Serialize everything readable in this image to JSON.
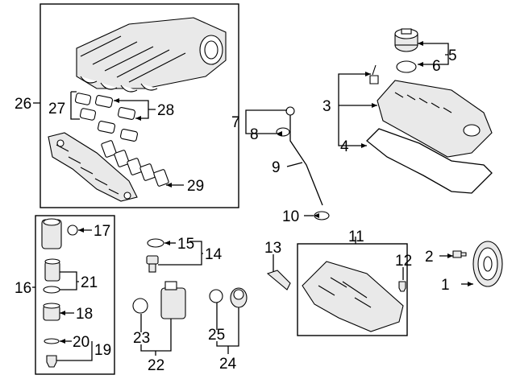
{
  "callouts": {
    "c1": "1",
    "c2": "2",
    "c3": "3",
    "c4": "4",
    "c5": "5",
    "c6": "6",
    "c7": "7",
    "c8": "8",
    "c9": "9",
    "c10": "10",
    "c11": "11",
    "c12": "12",
    "c13": "13",
    "c14": "14",
    "c15": "15",
    "c16": "16",
    "c17": "17",
    "c18": "18",
    "c19": "19",
    "c20": "20",
    "c21": "21",
    "c22": "22",
    "c23": "23",
    "c24": "24",
    "c25": "25",
    "c26": "26",
    "c27": "27",
    "c28": "28",
    "c29": "29"
  },
  "colors": {
    "line": "#000000",
    "background": "#ffffff",
    "part_shade": "#e9e9e9"
  }
}
